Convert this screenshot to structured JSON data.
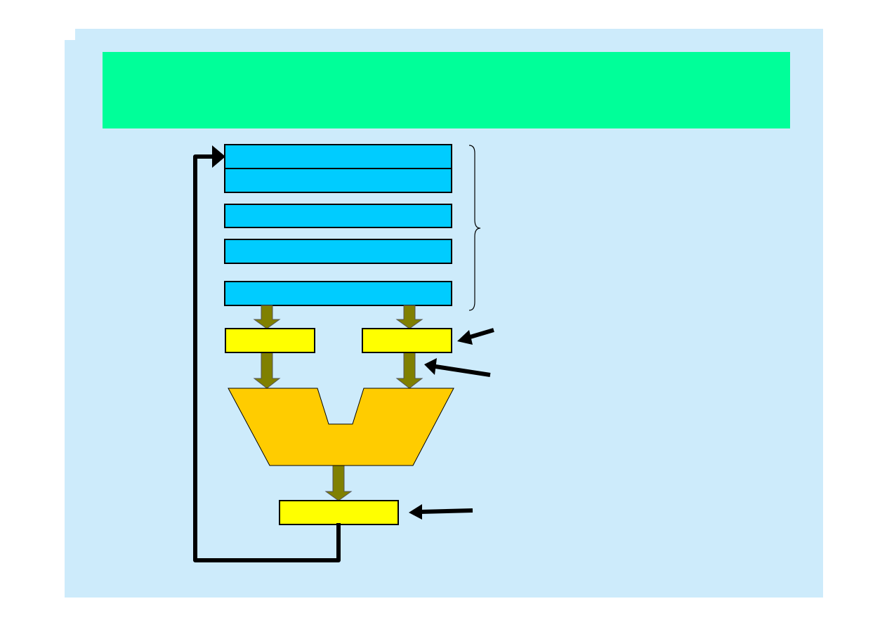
{
  "colors": {
    "slide_background": "#CDEBFB",
    "title_bar": "#00FF99",
    "register": "#00CCFF",
    "latch": "#FFFF00",
    "alu": "#FFCC00",
    "data_arrow": "#808000",
    "line": "#000000"
  },
  "icons": [
    "register-file",
    "latch",
    "alu-shape",
    "data-flow-arrow",
    "pointer-arrow",
    "curly-brace",
    "feedback-arrow"
  ]
}
